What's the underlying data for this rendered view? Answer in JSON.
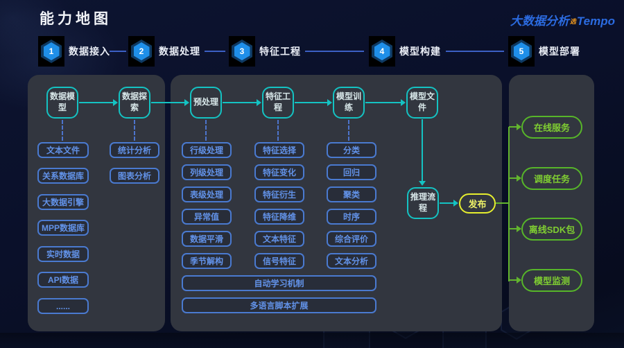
{
  "header": {
    "title": "能力地图",
    "logo": {
      "prefix": "大数据分析",
      "mid": "选",
      "suffix": "Tempo"
    }
  },
  "steps": [
    {
      "num": "1",
      "label": "数据接入"
    },
    {
      "num": "2",
      "label": "数据处理"
    },
    {
      "num": "3",
      "label": "特征工程"
    },
    {
      "num": "4",
      "label": "模型构建"
    },
    {
      "num": "5",
      "label": "模型部署"
    }
  ],
  "flow": {
    "data_model": "数据模型",
    "data_explore": "数据探索",
    "preprocess": "预处理",
    "feature_eng": "特征工程",
    "model_train": "模型训练",
    "model_file": "模型文件",
    "inference": "推理流程",
    "publish": "发布"
  },
  "ingest_items": [
    "文本文件",
    "关系数据库",
    "大数据引擎",
    "MPP数据库",
    "实时数据",
    "API数据",
    "......"
  ],
  "explore_items": [
    "统计分析",
    "图表分析"
  ],
  "preprocess_items": [
    "行级处理",
    "列级处理",
    "表级处理",
    "异常值",
    "数据平滑",
    "季节解构"
  ],
  "feature_items": [
    "特征选择",
    "特征变化",
    "特征衍生",
    "特征降维",
    "文本特征",
    "信号特征"
  ],
  "train_items": [
    "分类",
    "回归",
    "聚类",
    "时序",
    "综合评价",
    "文本分析"
  ],
  "wide_items": [
    "自动学习机制",
    "多语言脚本扩展"
  ],
  "deploy_items": [
    "在线服务",
    "调度任务",
    "离线SDK包",
    "模型监测"
  ],
  "colors": {
    "teal": "#14c3c3",
    "list_blue": "#4a7ad0",
    "green": "#57b629",
    "yellow": "#e6ee2e",
    "step_blue": "#1f8fe9",
    "panel": "#32363f",
    "logo_blue": "#2b6be0",
    "logo_orange": "#f39b1e"
  }
}
